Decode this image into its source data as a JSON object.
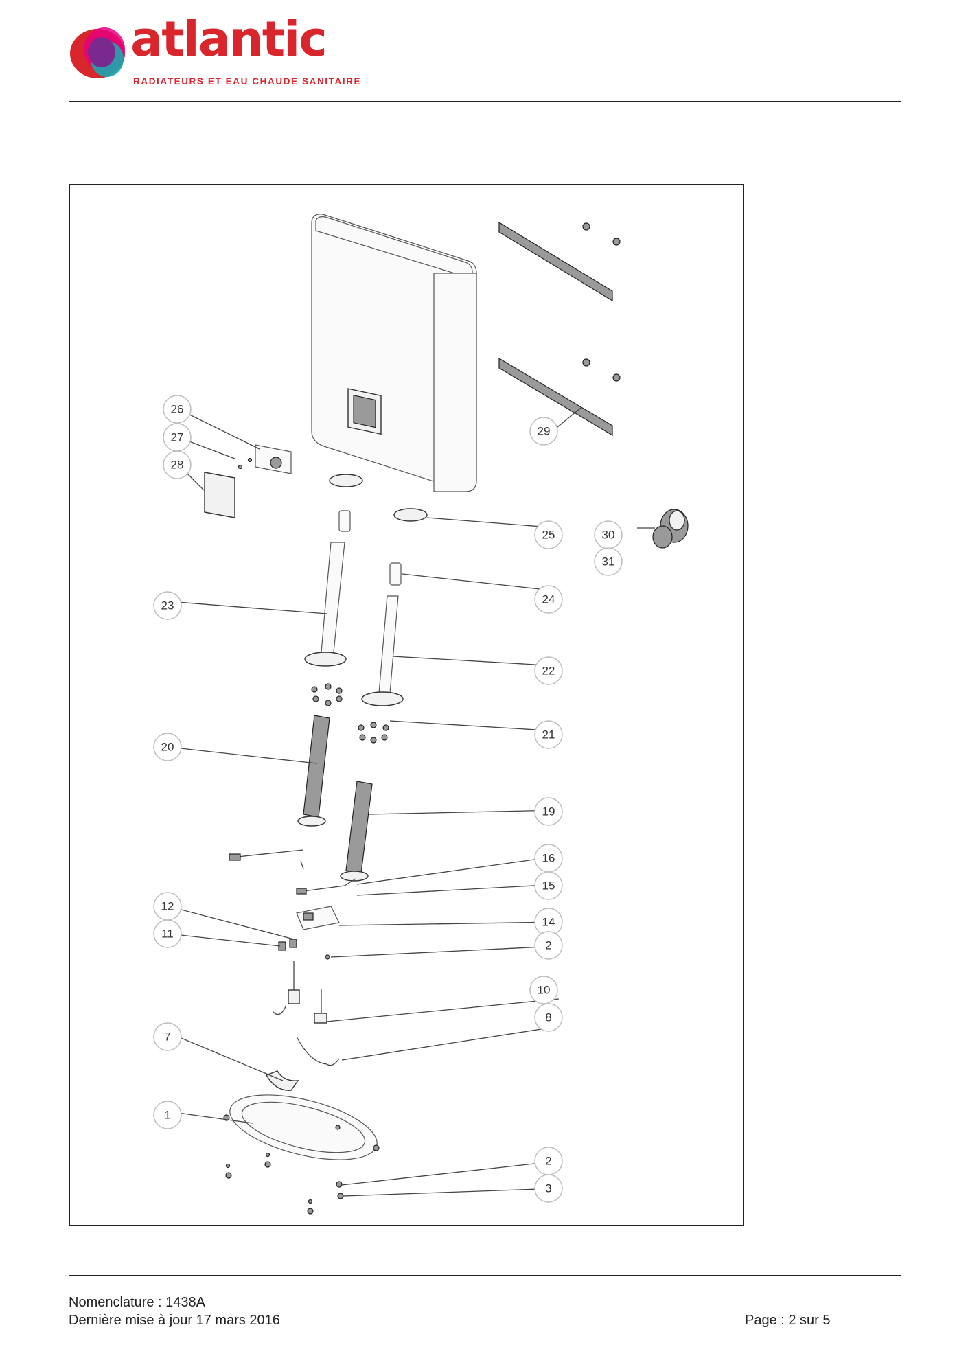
{
  "header": {
    "brand_name": "atlantic",
    "brand_tagline": "RADIATEURS ET EAU CHAUDE SANITAIRE",
    "brand_color": "#d9262d",
    "logo_colors": [
      "#d9262d",
      "#7a2a8e",
      "#e5007e",
      "#1aa7b0"
    ]
  },
  "diagram": {
    "callouts": [
      "26",
      "27",
      "28",
      "29",
      "25",
      "30",
      "31",
      "23",
      "24",
      "22",
      "21",
      "20",
      "19",
      "16",
      "15",
      "12",
      "11",
      "14",
      "2",
      "10",
      "8",
      "7",
      "1",
      "2",
      "3"
    ]
  },
  "footer": {
    "nomenclature": "Nomenclature : 1438A",
    "updated": "Dernière mise à jour 17 mars 2016",
    "page": "Page : 2 sur 5"
  }
}
